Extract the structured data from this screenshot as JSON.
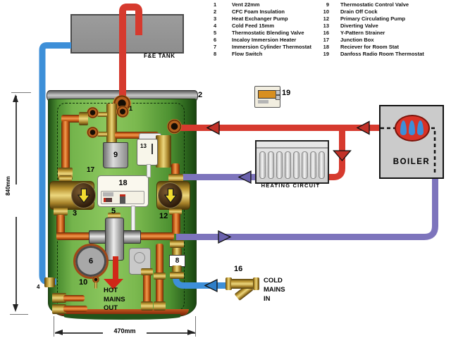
{
  "legend": {
    "col1": [
      {
        "num": "1",
        "label": "Vent 22mm"
      },
      {
        "num": "2",
        "label": "CFC Foam Insulation"
      },
      {
        "num": "3",
        "label": "Heat Exchanger Pump"
      },
      {
        "num": "4",
        "label": "Cold Feed 15mm"
      },
      {
        "num": "5",
        "label": "Thermostatic Blending Valve"
      },
      {
        "num": "6",
        "label": "Incaloy Immersion Heater"
      },
      {
        "num": "7",
        "label": "Immersion Cylinder Thermostat"
      },
      {
        "num": "8",
        "label": "Flow Switch"
      }
    ],
    "col2": [
      {
        "num": "9",
        "label": "Thermostatic Control Valve"
      },
      {
        "num": "10",
        "label": "Drain Off Cock"
      },
      {
        "num": "12",
        "label": "Primary Circulating Pump"
      },
      {
        "num": "13",
        "label": "Diverting Valve"
      },
      {
        "num": "16",
        "label": "Y-Pattern Strainer"
      },
      {
        "num": "17",
        "label": "Junction Box"
      },
      {
        "num": "18",
        "label": "Reciever for Room Stat"
      },
      {
        "num": "19",
        "label": "Danfoss Radio Room Thermostat"
      }
    ]
  },
  "labels": {
    "tank": "F&E TANK",
    "boiler": "BOILER",
    "heating_circuit": "HEATING CIRCUIT",
    "hot_mains": [
      "HOT",
      "MAINS",
      "OUT"
    ],
    "cold_mains": [
      "COLD",
      "MAINS",
      "IN"
    ]
  },
  "dimensions": {
    "height": "840mm",
    "width": "470mm"
  },
  "callouts": {
    "c1": "1",
    "c2": "2",
    "c3": "3",
    "c4": "4",
    "c5": "5",
    "c6": "6",
    "c8": "8",
    "c9": "9",
    "c10": "10",
    "c12": "12",
    "c13": "13",
    "c16": "16",
    "c17": "17",
    "c18": "18",
    "c19": "19"
  },
  "colors": {
    "pipe_hot": "#d63a2e",
    "pipe_cold": "#3d8fd8",
    "pipe_return": "#7d74bc",
    "cylinder_green": "#7ab84e",
    "copper": "#c55a14",
    "brass": "#b9932f"
  }
}
